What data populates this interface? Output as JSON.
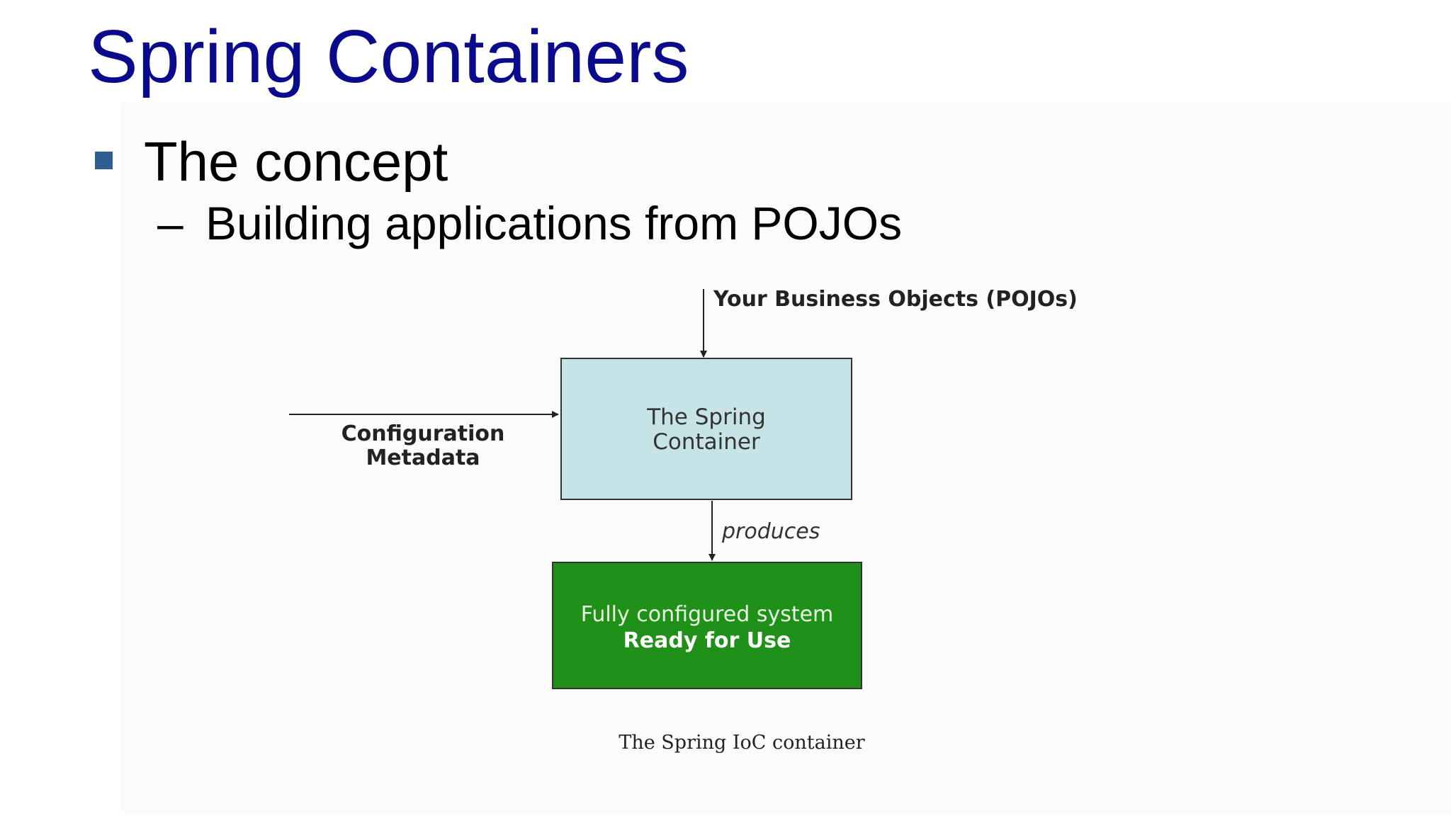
{
  "slide": {
    "title": "Spring Containers",
    "bullet": "The concept",
    "subbullet_dash": "–",
    "subbullet": "Building applications from POJOs"
  },
  "diagram": {
    "input_top_label": "Your Business Objects (POJOs)",
    "config_label_line1": "Configuration",
    "config_label_line2": "Metadata",
    "container_line1": "The Spring",
    "container_line2": "Container",
    "produces_label": "produces",
    "output_line1": "Fully configured system",
    "output_line2": "Ready for Use",
    "caption": "The Spring IoC container",
    "colors": {
      "container_fill": "#c6e4e8",
      "output_fill": "#1f9118",
      "title_color": "#0a0a8c",
      "bullet_color": "#2f5f91"
    }
  }
}
